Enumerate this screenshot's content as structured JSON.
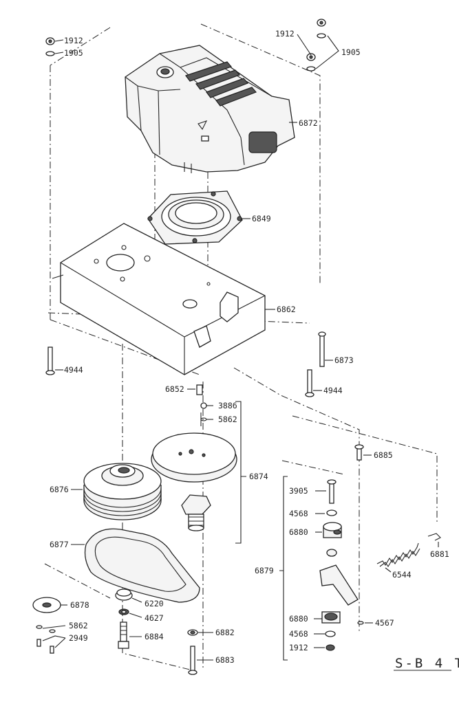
{
  "diagram": {
    "code": "S-B 4 T",
    "labels": {
      "l1912a": "1912",
      "l1905a": "1905",
      "l1912b": "1912",
      "l1905b": "1905",
      "l6872": "6872",
      "l6849": "6849",
      "l6862": "6862",
      "l4944a": "4944",
      "l6873": "6873",
      "l4944b": "4944",
      "l6852": "6852",
      "l3886": "3886",
      "l5862a": "5862",
      "l6874": "6874",
      "l6885": "6885",
      "l6876": "6876",
      "l3905": "3905",
      "l4568a": "4568",
      "l6880a": "6880",
      "l6877": "6877",
      "l6881": "6881",
      "l6544": "6544",
      "l6879": "6879",
      "l6878": "6878",
      "l6220": "6220",
      "l4627": "4627",
      "l5862b": "5862",
      "l2949": "2949",
      "l6884": "6884",
      "l6880b": "6880",
      "l4567": "4567",
      "l4568b": "4568",
      "l6882": "6882",
      "l1912c": "1912",
      "l6883": "6883"
    }
  }
}
